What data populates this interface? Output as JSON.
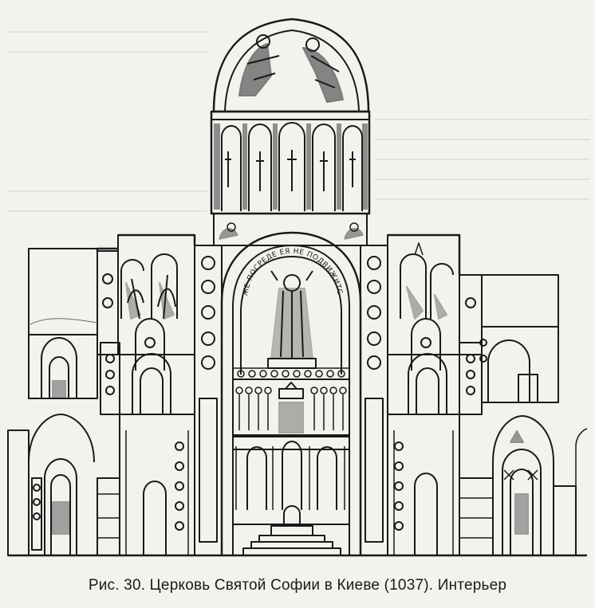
{
  "caption": "Рис. 30. Церковь Святой Софии в Киеве (1037). Интерьер",
  "inscription": "ЖЕ ПОСРЕДЕ ЕЯ НЕ ПОДВИЖИТСЯ",
  "colors": {
    "ink": "#1a1a1a",
    "paper": "#f4f2ee",
    "mark": "#3a3a3a"
  },
  "figure_type": "line-drawing"
}
